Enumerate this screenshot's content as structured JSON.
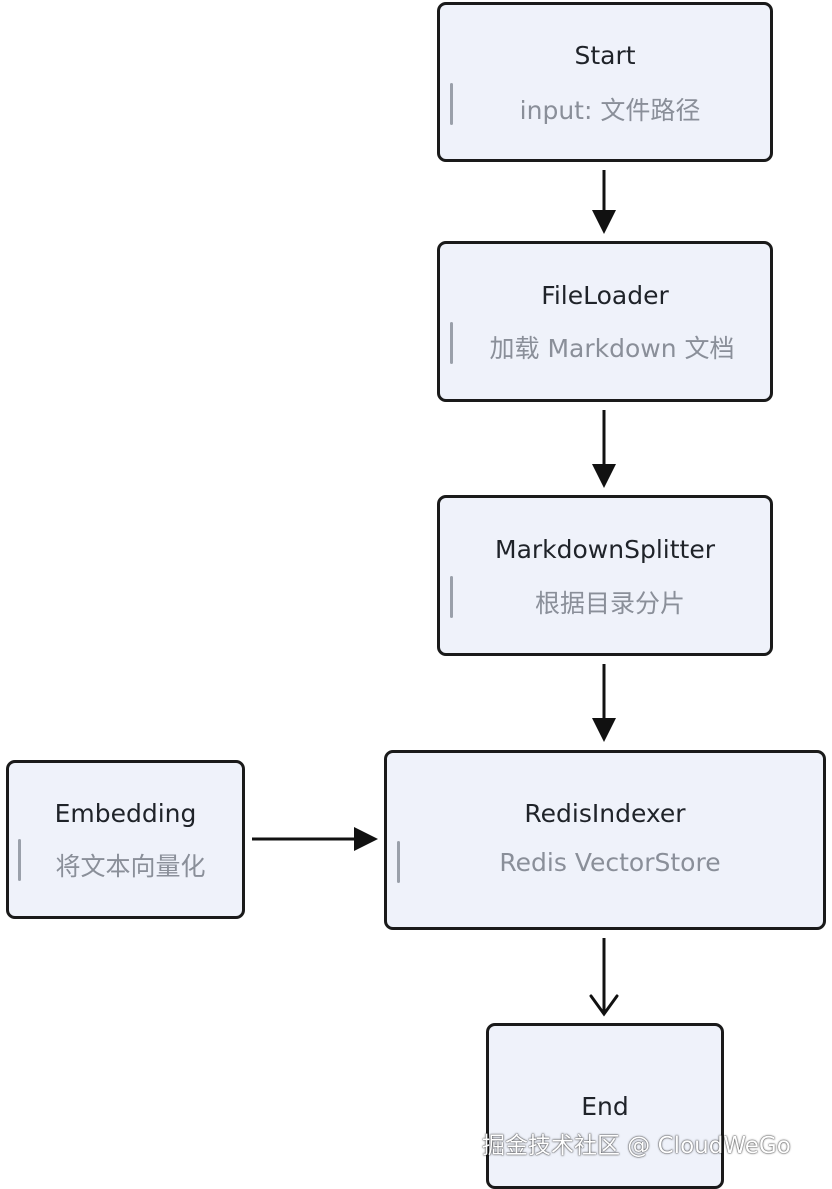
{
  "nodes": {
    "start": {
      "title": "Start",
      "subtitle": "input: 文件路径"
    },
    "fileloader": {
      "title": "FileLoader",
      "subtitle": "加载 Markdown 文档"
    },
    "splitter": {
      "title": "MarkdownSplitter",
      "subtitle": "根据目录分片"
    },
    "embedding": {
      "title": "Embedding",
      "subtitle": "将文本向量化"
    },
    "indexer": {
      "title": "RedisIndexer",
      "subtitle": "Redis VectorStore"
    },
    "end": {
      "title": "End"
    }
  },
  "edges": [
    {
      "from": "start",
      "to": "fileloader"
    },
    {
      "from": "fileloader",
      "to": "splitter"
    },
    {
      "from": "splitter",
      "to": "indexer"
    },
    {
      "from": "embedding",
      "to": "indexer"
    },
    {
      "from": "indexer",
      "to": "end"
    }
  ],
  "colors": {
    "node_fill": "#eff2fa",
    "node_border": "#1a1a1a",
    "title_text": "#1f2329",
    "subtitle_text": "#8a8f99",
    "arrow": "#111111"
  },
  "watermark": "掘金技术社区 @ CloudWeGo"
}
